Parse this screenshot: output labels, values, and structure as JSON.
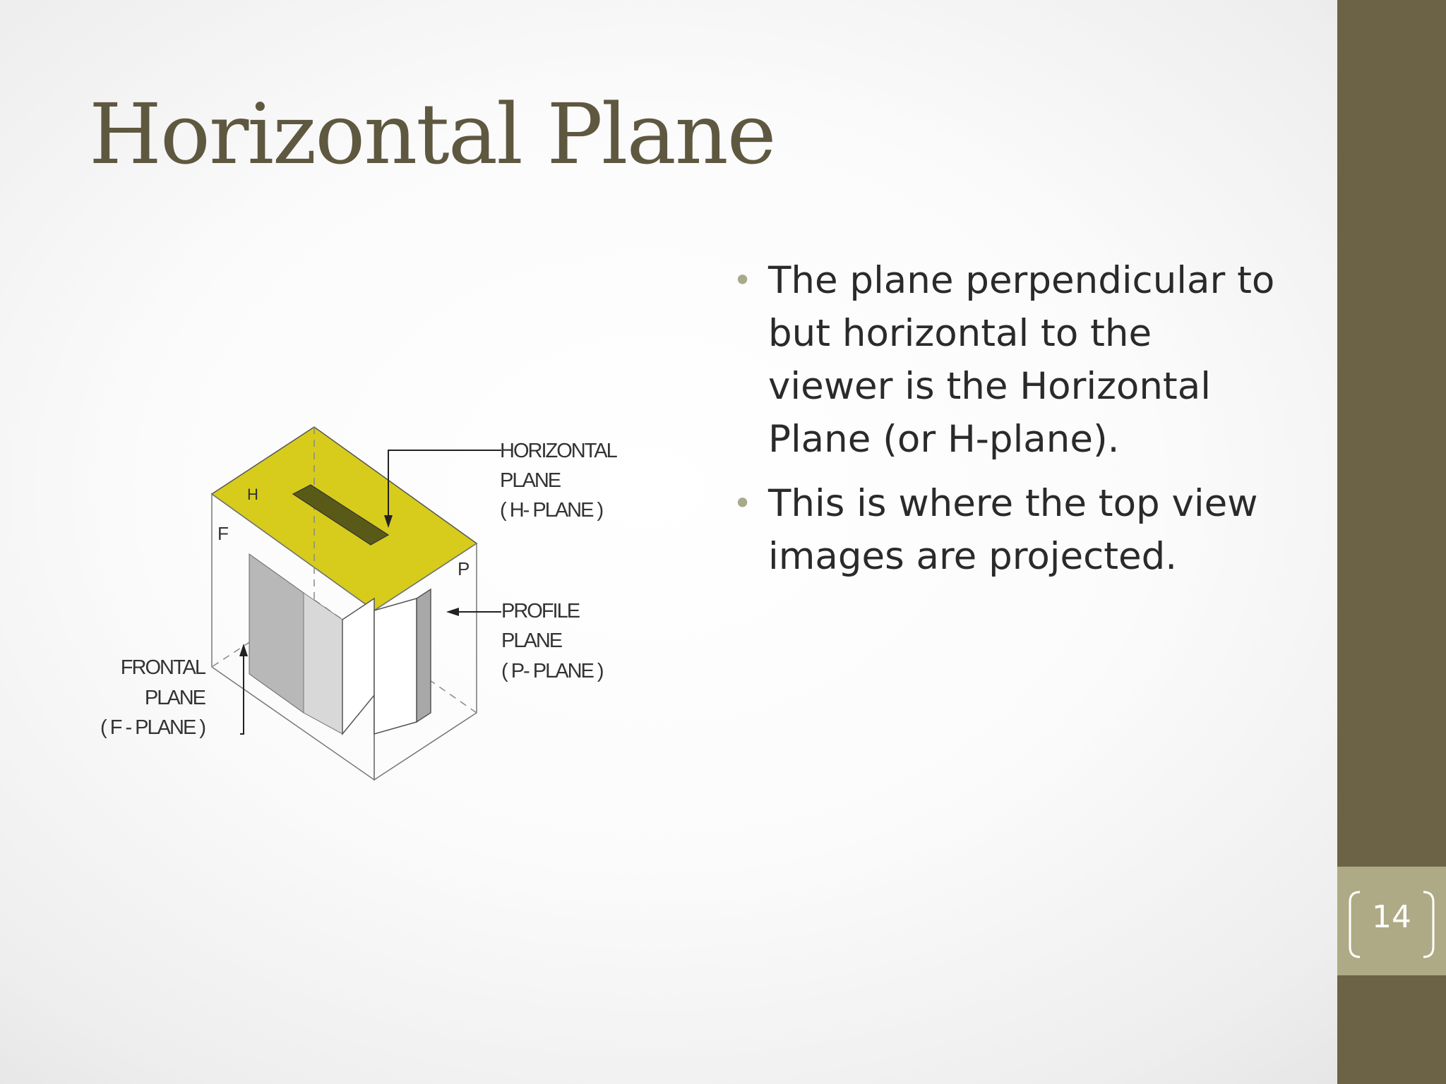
{
  "slide": {
    "title": "Horizontal Plane",
    "bullets": [
      "The plane perpendicular to but horizontal to the viewer is the Horizontal Plane (or H-plane).",
      "This is where the top view images are projected."
    ],
    "page_number": "14"
  },
  "diagram": {
    "labels": {
      "horizontal": [
        "HORIZONTAL",
        "PLANE",
        "( H- PLANE )"
      ],
      "profile": [
        "PROFILE",
        "PLANE",
        "( P- PLANE )"
      ],
      "frontal": [
        "FRONTAL",
        "PLANE",
        "( F - PLANE )"
      ],
      "h": "H",
      "f": "F",
      "p": "P"
    }
  },
  "colors": {
    "title": "#5f5840",
    "accent_bar": "#6c6245",
    "page_box": "#aeaa85",
    "h_plane_fill": "#d7cc1c",
    "bullet_marker": "#a9a98c"
  }
}
